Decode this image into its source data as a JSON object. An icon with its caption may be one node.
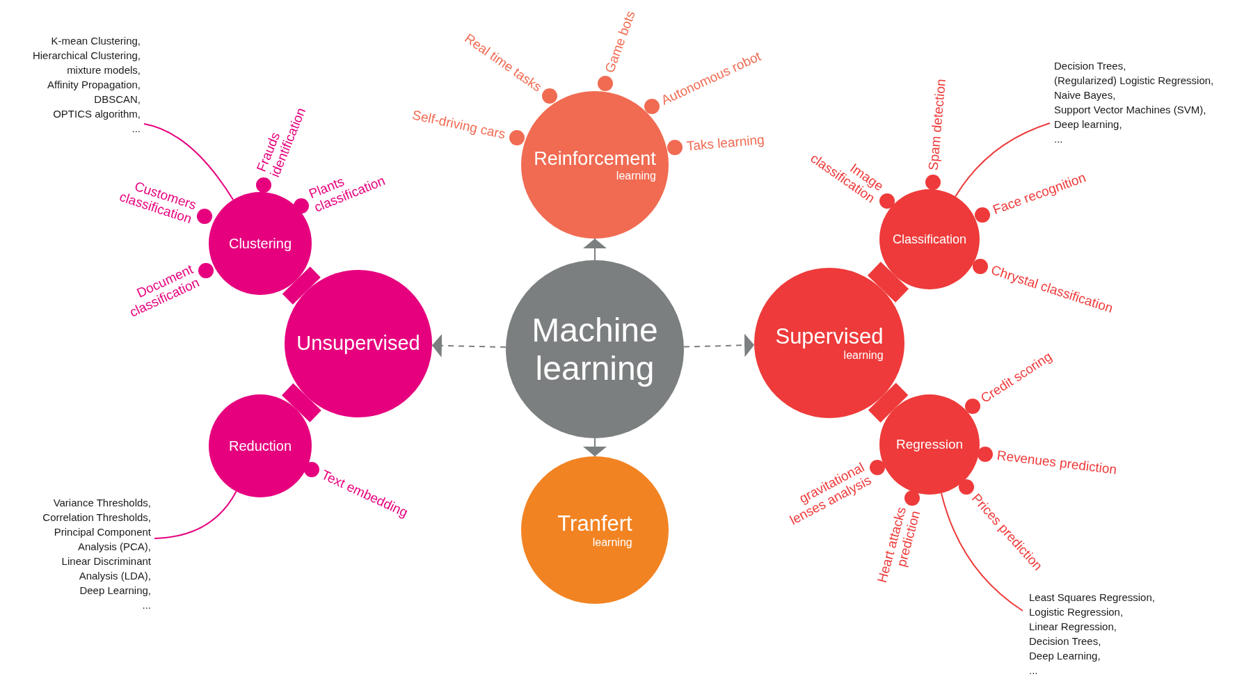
{
  "diagram": {
    "nodes": [
      {
        "text": [
          "K-mean Clustering,",
          "Hierarchical Clustering,",
          "mixture models,",
          "Affinity Propagation,",
          "DBSCAN,",
          "OPTICS algorithm,",
          "..."
        ]
      },
      {
        "text": [
          "Clustering"
        ]
      },
      {
        "text": [
          "Reinforcement",
          "learning"
        ]
      },
      {
        "text": [
          "Decision Trees,",
          "(Regularized) Logistic Regression,",
          "Naive Bayes,",
          "Support Vector Machines (SVM),",
          "Deep learning,",
          "..."
        ]
      },
      {
        "text": [
          "Classification"
        ]
      },
      {
        "text": [
          "Unsupervised"
        ]
      },
      {
        "text": [
          "Machine learning"
        ]
      },
      {
        "text": [
          "Supervised",
          "learning"
        ]
      },
      {
        "text": [
          "Reduction"
        ]
      },
      {
        "text": [
          "Regression"
        ]
      },
      {
        "text": [
          "Variance Thresholds,",
          "Correlation Thresholds,",
          "Principal Component Analysis (PCA),",
          "Linear Discriminant Analysis (LDA),",
          "Deep Learning,",
          "..."
        ]
      },
      {
        "text": [
          "Tranfert",
          "learning"
        ]
      },
      {
        "text": [
          "Least Squares Regression,",
          "Logistic Regression,",
          "Linear Regression,",
          "Decision Trees,",
          "Deep Learning,",
          "..."
        ]
      }
    ],
    "edges": [
      {
        "from": 0,
        "to": 1,
        "arrow": "none",
        "color": "#e6007e"
      },
      {
        "from": 3,
        "to": 4,
        "arrow": "none",
        "color": "#ee3a3a"
      },
      {
        "from": 5,
        "to": 1,
        "arrow": "none",
        "style": "thick",
        "color": "#e6007e"
      },
      {
        "from": 5,
        "to": 8,
        "arrow": "none",
        "style": "thick",
        "color": "#e6007e"
      },
      {
        "from": 6,
        "to": 2,
        "arrow": "to",
        "color": "#7b7f7f"
      },
      {
        "from": 6,
        "to": 5,
        "arrow": "to",
        "style": "dashed",
        "color": "#7b7f7f"
      },
      {
        "from": 6,
        "to": 7,
        "arrow": "to",
        "style": "dashed",
        "color": "#7b7f7f"
      },
      {
        "from": 6,
        "to": 11,
        "arrow": "to",
        "color": "#7b7f7f"
      },
      {
        "from": 7,
        "to": 4,
        "arrow": "none",
        "style": "thick",
        "color": "#ee3a3a"
      },
      {
        "from": 7,
        "to": 9,
        "arrow": "none",
        "style": "thick",
        "color": "#ee3a3a"
      },
      {
        "from": 10,
        "to": 8,
        "arrow": "none",
        "color": "#e6007e"
      },
      {
        "from": 12,
        "to": 9,
        "arrow": "none",
        "color": "#ee3a3a"
      }
    ],
    "labels": [
      "Game bots",
      "Real time tasks",
      "Spam detection",
      "Autonomous robot",
      "Frauds identification",
      "Self-driving cars",
      "Taks learning",
      "Image classification",
      "Plants classification",
      "Face recognition",
      "Customers classification",
      "Document classification",
      "Chrystal classification",
      "Credit scoring",
      "Revenues prediction",
      "gravitational lenses analysis",
      "Prices prediction",
      "Text embedding",
      "Heart attacks prediction"
    ]
  }
}
